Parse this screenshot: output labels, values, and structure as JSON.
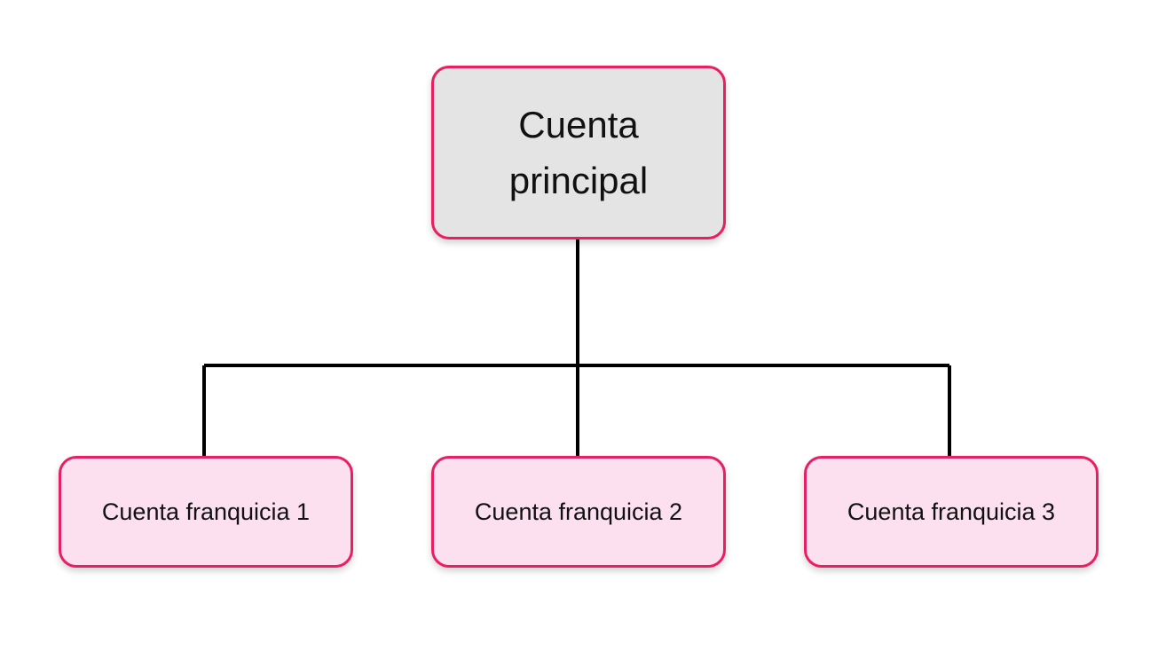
{
  "diagram": {
    "root": {
      "label": "Cuenta principal"
    },
    "children": [
      {
        "label": "Cuenta franquicia 1"
      },
      {
        "label": "Cuenta franquicia 2"
      },
      {
        "label": "Cuenta franquicia 3"
      }
    ]
  },
  "colors": {
    "node_border": "#e91e63",
    "root_fill": "#e4e4e4",
    "child_fill": "#fde0ef",
    "connector": "#000000"
  }
}
